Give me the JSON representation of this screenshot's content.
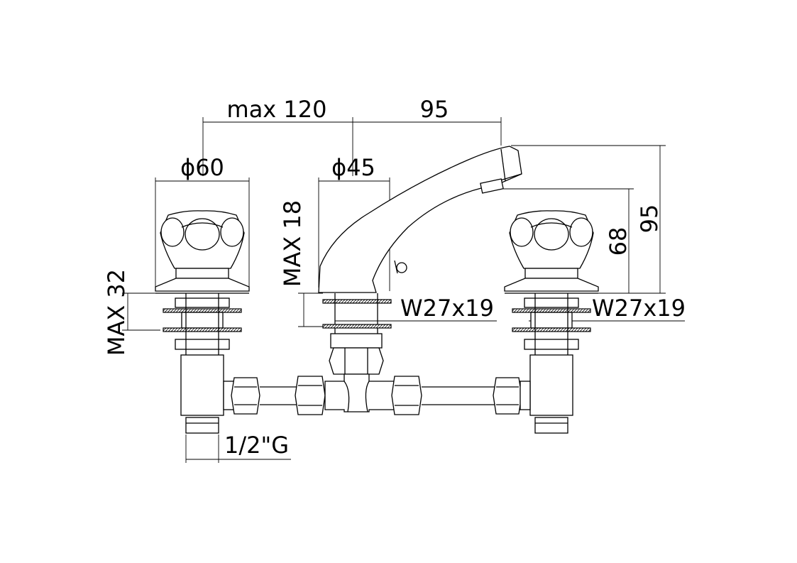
{
  "dimensions": {
    "top_left": "max 120",
    "top_right": "95",
    "knob_diameter": "ϕ60",
    "spout_diameter": "ϕ45",
    "left_vertical": "MAX 32",
    "center_vertical": "MAX 18",
    "right_height_outer": "95",
    "right_height_inner": "68",
    "center_thread": "W27x19",
    "right_thread": "W27x19",
    "pipe_thread": "1/2\"G"
  }
}
